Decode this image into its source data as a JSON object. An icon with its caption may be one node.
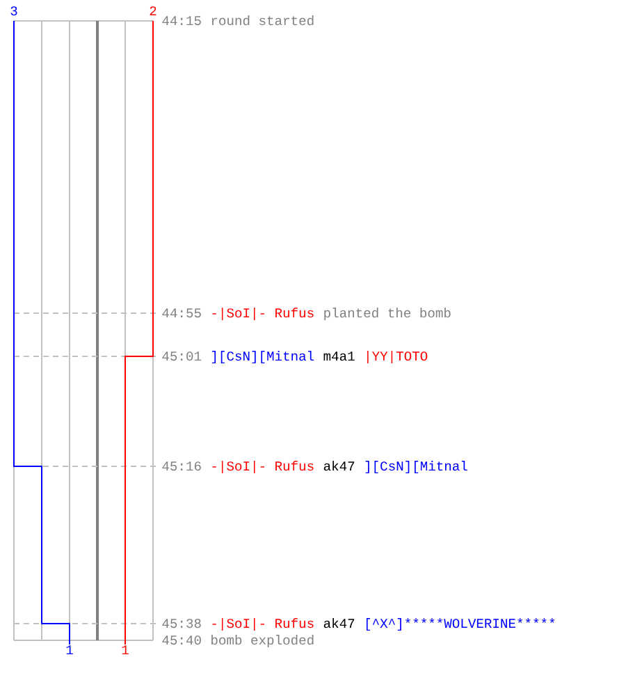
{
  "diagram": {
    "labels": [
      "3",
      "2",
      "44:15",
      "round started",
      "44:55",
      "-|SoI|- Rufus",
      "planted the bomb",
      "45:01",
      "][CsN][Mitnal",
      "m4a1",
      "|YY|TOTO",
      "45:16",
      "-|SoI|- Rufus",
      "ak47",
      "][CsN][Mitnal",
      "45:38",
      "-|SoI|- Rufus",
      "ak47",
      "[^X^]*****WOLVERINE*****",
      "45:40",
      "bomb exploded",
      "1",
      "1"
    ]
  }
}
